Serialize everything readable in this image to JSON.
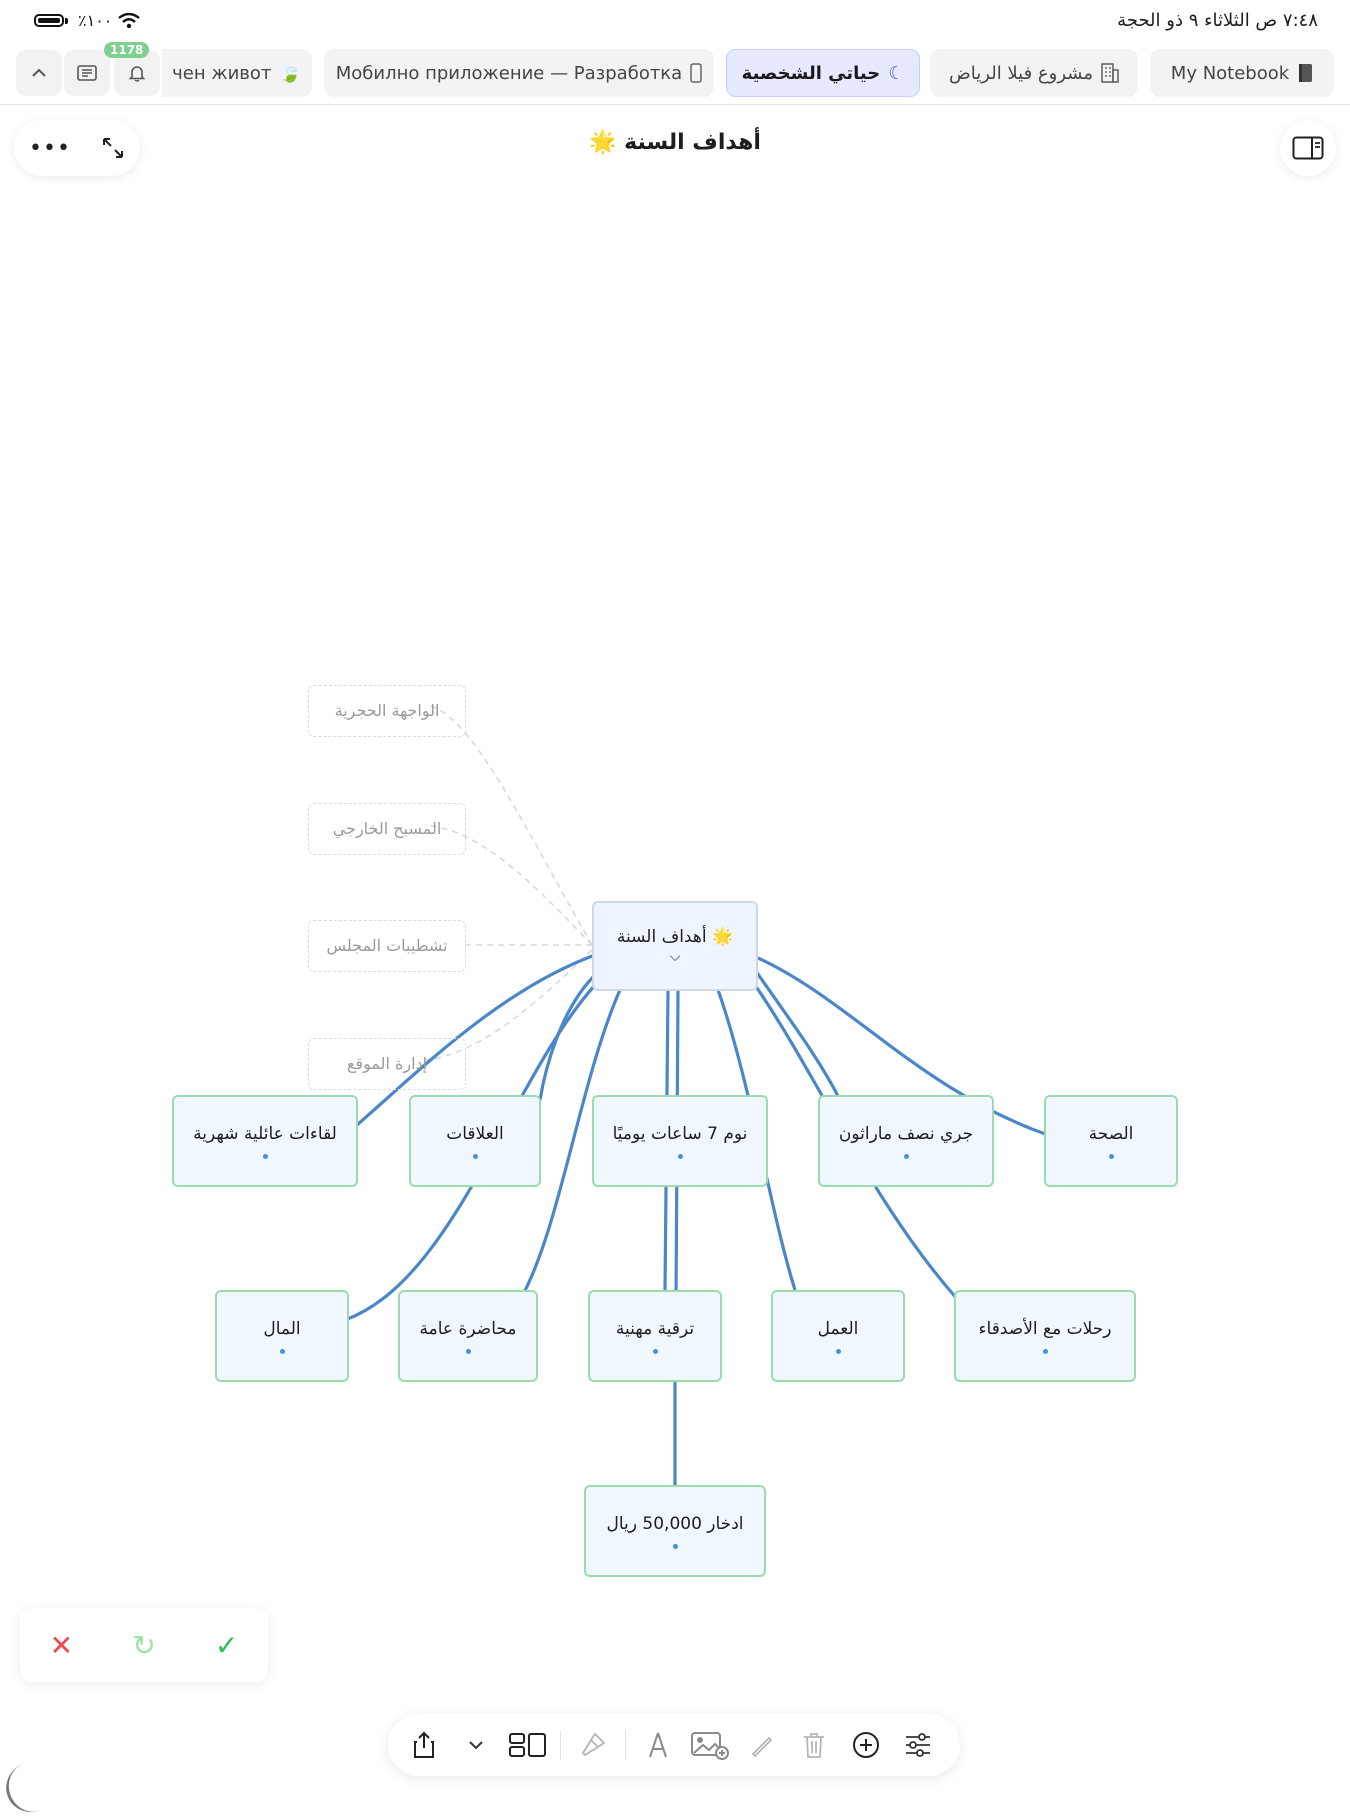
{
  "status": {
    "time": "٧:٤٨ ص  الثلاثاء ٩ ذو الحجة",
    "battery": "٪١٠٠"
  },
  "tabs": [
    {
      "label": "чен живот",
      "icon": "leaf-icon"
    },
    {
      "label": "Мобилно приложение — Разработка",
      "icon": "phone-icon"
    },
    {
      "label": "حياتي الشخصية",
      "icon": "moon-icon"
    },
    {
      "label": "مشروع فيلا الرياض",
      "icon": "building-icon"
    },
    {
      "label": "My Notebook",
      "icon": "notebook-icon"
    }
  ],
  "badge": "1178",
  "title": "أهداف السنة",
  "title_emoji": "🌟",
  "mindmap": {
    "root": "أهداف السنة",
    "ghosts": [
      "الواجهة الحجرية",
      "المسبح الخارجي",
      "تشطيبات المجلس",
      "إدارة الموقع"
    ],
    "row1": [
      "لقاءات عائلية شهرية",
      "العلاقات",
      "نوم 7 ساعات يوميًا",
      "جري نصف ماراثون",
      "الصحة"
    ],
    "row2": [
      "المال",
      "محاضرة عامة",
      "ترقية مهنية",
      "العمل",
      "رحلات مع الأصدقاء"
    ],
    "row3": [
      "ادخار 50,000 ريال"
    ]
  },
  "colors": {
    "edge": "#4a86c8",
    "ghost_edge": "#d8d8d8",
    "node_border": "#9bdcae",
    "accent": "#5b5ce2"
  }
}
